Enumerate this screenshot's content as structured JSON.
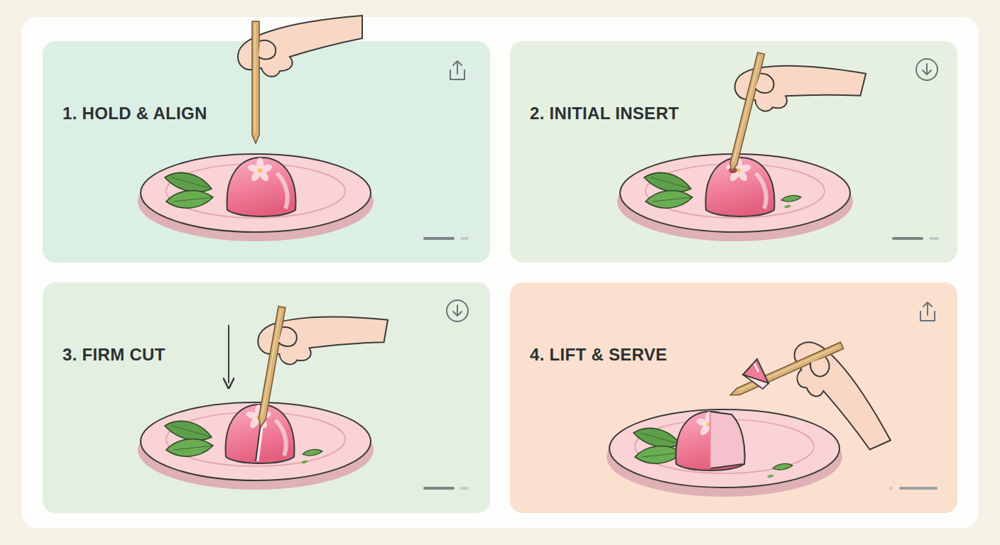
{
  "diagram": {
    "nodes": [
      {
        "text": [
          "1. HOLD & ALIGN"
        ]
      },
      {
        "text": [
          "2. INITIAL INSERT"
        ]
      },
      {
        "text": [
          "3. FIRM CUT"
        ]
      },
      {
        "text": [
          "4. LIFT & SERVE"
        ]
      }
    ]
  }
}
